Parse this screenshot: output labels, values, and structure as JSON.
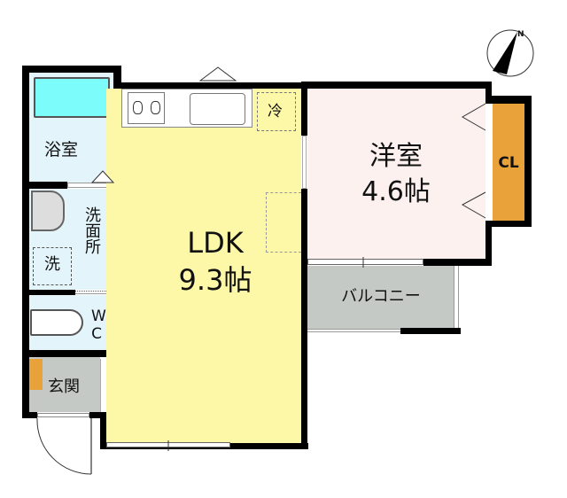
{
  "plan": {
    "rooms": {
      "bath": "浴室",
      "washroom": "洗面所",
      "washer": "洗",
      "wc": "WC",
      "entrance": "玄関",
      "ldk_name": "LDK",
      "ldk_size": "9.3帖",
      "western_name": "洋室",
      "western_size": "4.6帖",
      "closet": "CL",
      "balcony": "バルコニー",
      "fridge": "冷"
    },
    "compass_label": "N",
    "colors": {
      "wall": "#000000",
      "ldk": "#fdf7a8",
      "western": "#fdf1f0",
      "wet_area": "#e3f4fb",
      "bathtub": "#7dfcfc",
      "closet": "#e9a23a",
      "balcony": "#c4c9c6",
      "entrance": "#c4c9c6"
    }
  }
}
